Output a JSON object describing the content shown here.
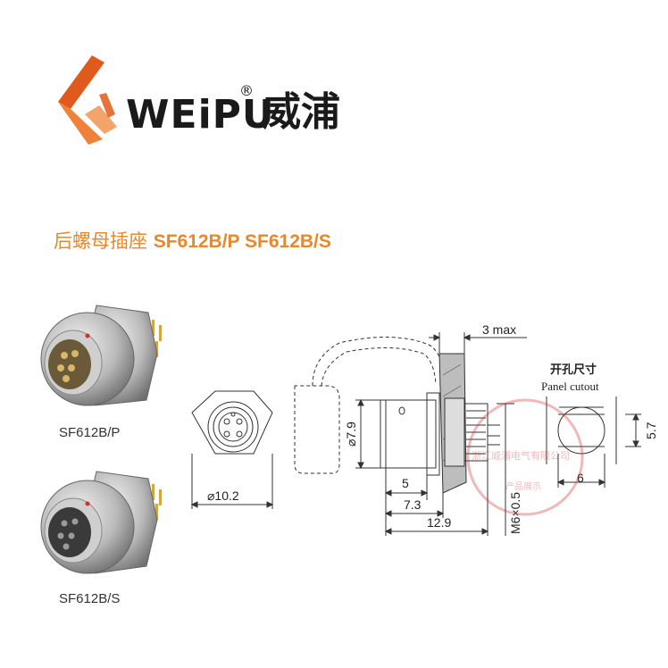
{
  "brand": {
    "name": "WEiPU",
    "registered": "®",
    "chinese_name": "威浦",
    "accent": "#e8882a",
    "logo_color": "#e05a1e"
  },
  "title": {
    "cn": "后螺母插座",
    "models": "SF612B/P SF612B/S"
  },
  "products": [
    {
      "caption": "SF612B/P"
    },
    {
      "caption": "SF612B/S"
    }
  ],
  "dimensions": {
    "front_diameter": "⌀10.2",
    "body_diameter": "⌀7.9",
    "d5": "5",
    "d73": "7.3",
    "d129": "12.9",
    "max": "3 max",
    "thread": "M6×0.5"
  },
  "cutout": {
    "cn": "开孔尺寸",
    "en": "Panel cutout",
    "width": "6",
    "height": "5.7"
  },
  "watermark": {
    "company": "浙江威浦电气有限公司",
    "note": "产品展示"
  }
}
